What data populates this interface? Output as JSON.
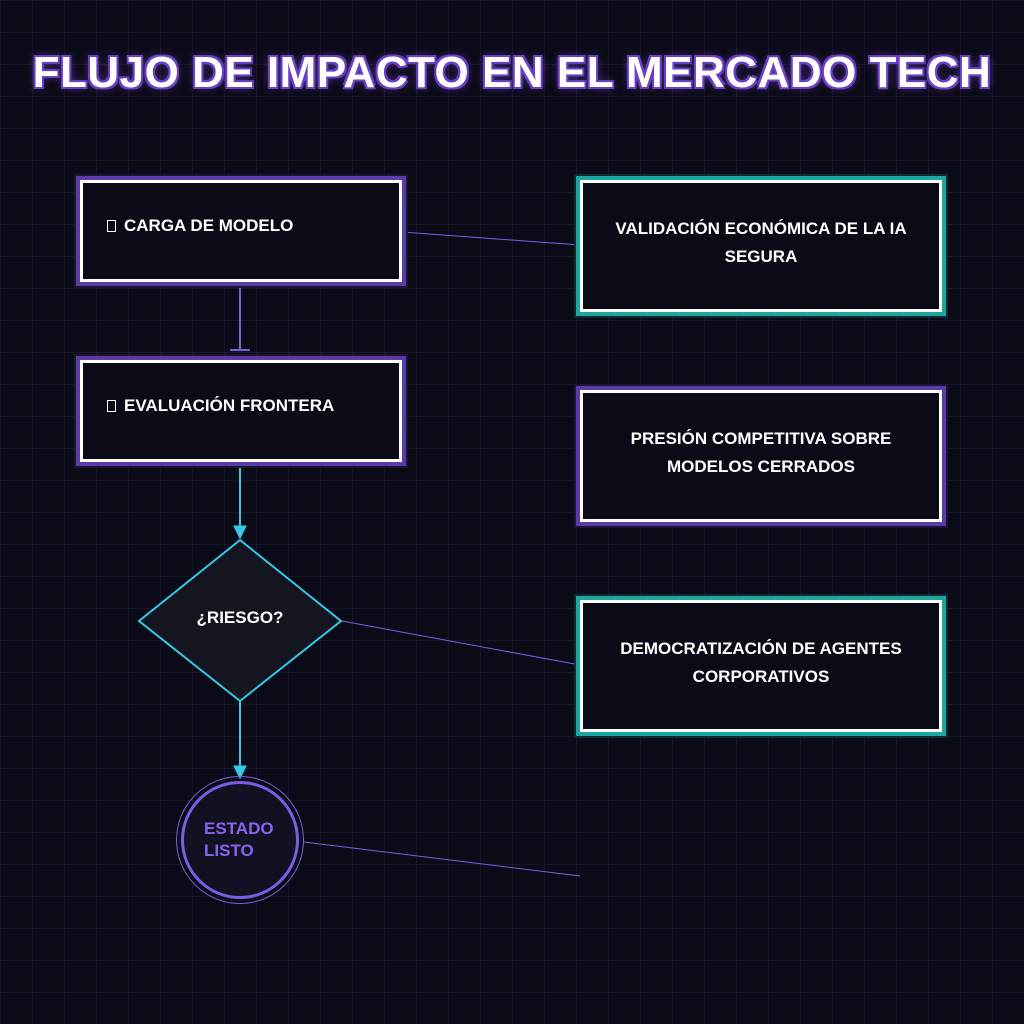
{
  "title": "FLUJO DE IMPACTO EN EL MERCADO TECH",
  "colors": {
    "background": "#0b0b18",
    "purple_accent": "#7c5ce0",
    "teal_accent": "#1aa7a0",
    "cyan_arrow": "#35c9e6"
  },
  "flow": {
    "step1": {
      "icon": "document-icon",
      "label": "CARGA DE MODELO"
    },
    "step2": {
      "icon": "document-icon",
      "label": "EVALUACIÓN FRONTERA"
    },
    "decision": {
      "label": "¿RIESGO?"
    },
    "end": {
      "label": "ESTADO LISTO"
    }
  },
  "impacts": [
    {
      "label": "VALIDACIÓN ECONÓMICA DE LA IA SEGURA",
      "style": "teal"
    },
    {
      "label": "PRESIÓN COMPETITIVA SOBRE MODELOS CERRADOS",
      "style": "purple"
    },
    {
      "label": "DEMOCRATIZACIÓN DE AGENTES CORPORATIVOS",
      "style": "teal"
    }
  ]
}
